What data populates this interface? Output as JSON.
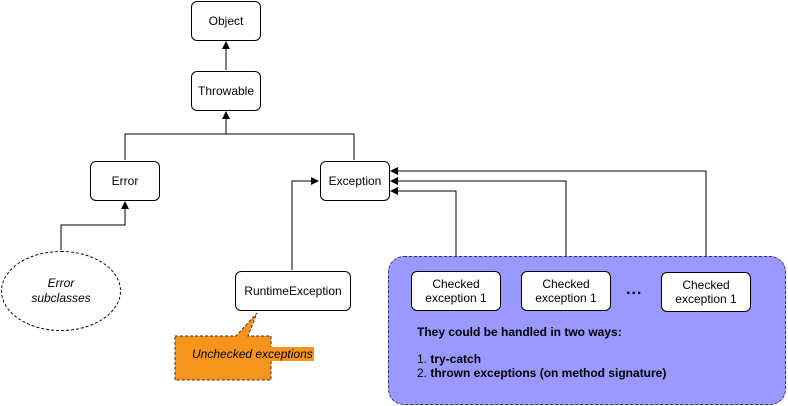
{
  "nodes": {
    "object": "Object",
    "throwable": "Throwable",
    "error": "Error",
    "exception": "Exception",
    "runtime_exception": "RuntimeException",
    "error_subclasses": "Error subclasses",
    "checked_1": "Checked exception 1",
    "checked_2": "Checked exception 1",
    "checked_3": "Checked exception 1",
    "ellipsis": "..."
  },
  "checked_group": {
    "heading": "They could be handled in two ways:",
    "items": [
      "1. try-catch",
      "2. thrown exceptions (on method signature)"
    ]
  },
  "callout": {
    "label": "Unchecked exceptions"
  },
  "colors": {
    "group_fill": "#9999ff",
    "callout_fill": "#f7941d"
  }
}
